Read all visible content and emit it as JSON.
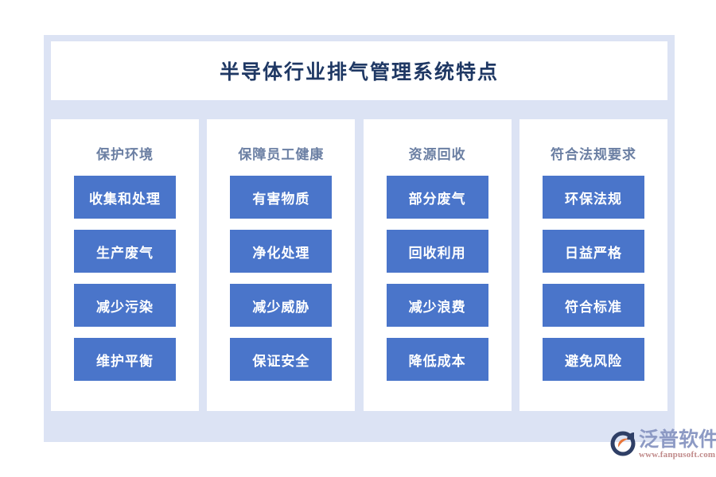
{
  "title": "半导体行业排气管理系统特点",
  "theme": {
    "panel_bg": "#dce3f4",
    "card_bg": "#ffffff",
    "title_color": "#1f3864",
    "header_color": "#6b7fa3",
    "chip_bg": "#4a75ca",
    "chip_text": "#ffffff",
    "page_bg": "#ffffff"
  },
  "columns": [
    {
      "header": "保护环境",
      "chips": [
        "收集和处理",
        "生产废气",
        "减少污染",
        "维护平衡"
      ]
    },
    {
      "header": "保障员工健康",
      "chips": [
        "有害物质",
        "净化处理",
        "减少威胁",
        "保证安全"
      ]
    },
    {
      "header": "资源回收",
      "chips": [
        "部分废气",
        "回收利用",
        "减少浪费",
        "降低成本"
      ]
    },
    {
      "header": "符合法规要求",
      "chips": [
        "环保法规",
        "日益严格",
        "符合标准",
        "避免风险"
      ]
    }
  ],
  "watermark": {
    "name": "泛普软件",
    "url": "www.fanpusoft.com"
  },
  "logo": {
    "name": "泛普软件",
    "url": "www.fanpusoft.com",
    "mark_color_dark": "#2f3f66",
    "mark_color_accent": "#e8763a"
  }
}
